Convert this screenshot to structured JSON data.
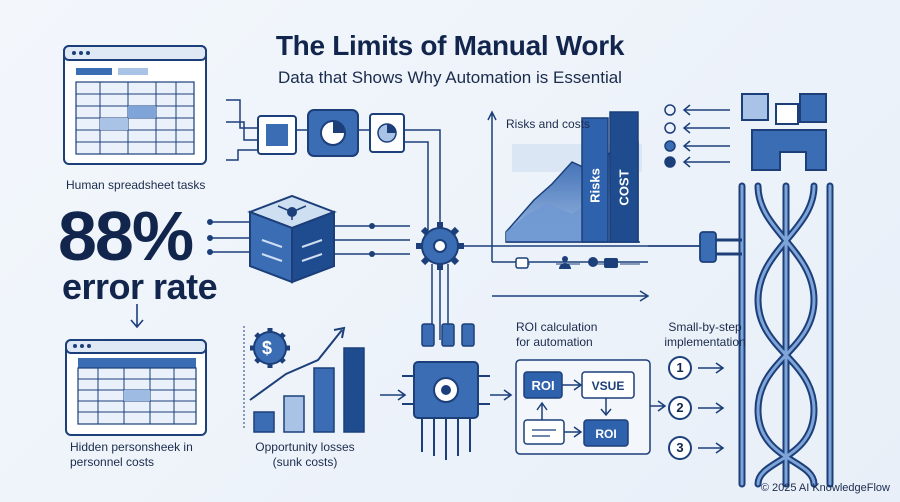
{
  "title": "The Limits of Manual Work",
  "subtitle": "Data that Shows Why Automation is Essential",
  "stat": {
    "value": "88%",
    "label": "error rate"
  },
  "labels": {
    "spreadsheet_tasks": "Human spreadsheet tasks",
    "hidden_costs_line1": "Hidden personsheek in",
    "hidden_costs_line2": "personnel costs",
    "opportunity_line1": "Opportunity losses",
    "opportunity_line2": "(sunk costs)",
    "risks_costs": "Risks and costs",
    "risks_bar": "Risks",
    "cost_bar": "COST",
    "roi_calc_line1": "ROI calculation",
    "roi_calc_line2": "for automation",
    "steps_line1": "Small-by-step",
    "steps_line2": "implementation"
  },
  "roi_boxes": {
    "roi_top": "ROI",
    "value": "VSUE",
    "roi_bottom": "ROI"
  },
  "steps": [
    "1",
    "2",
    "3"
  ],
  "icons": [
    "dollar-gear-icon",
    "gear-icon",
    "user-icon",
    "cpu-chip-icon",
    "pie-chip-icon",
    "cube-processor-icon"
  ],
  "colors": {
    "primary": "#2f62ad",
    "dark": "#12264d",
    "light": "#cfdff2",
    "mid": "#6f98d2"
  },
  "copyright": "© 2025 AI KnowledgeFlow"
}
